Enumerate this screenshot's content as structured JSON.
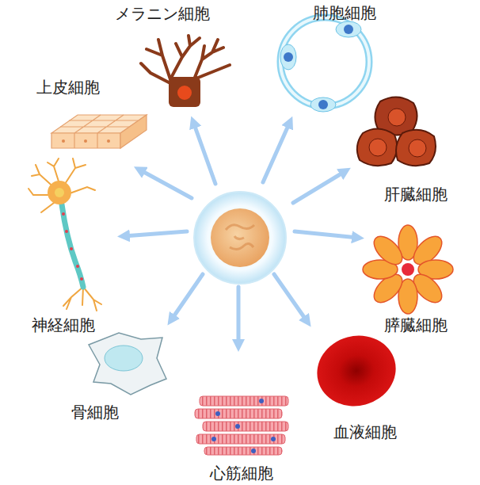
{
  "diagram": {
    "nodes": [
      {
        "text": [
          "メラニン細胞"
        ]
      },
      {
        "text": [
          "肺胞細胞"
        ]
      },
      {
        "text": [
          "上皮細胞"
        ]
      },
      {
        "text": [
          "肝臓細胞"
        ]
      },
      {
        "text": [
          "神経細胞"
        ]
      },
      {
        "text": [
          "膵臓細胞"
        ]
      },
      {
        "text": [
          "骨細胞"
        ]
      },
      {
        "text": [
          "血液細胞"
        ]
      },
      {
        "text": [
          "心筋細胞"
        ]
      }
    ]
  }
}
